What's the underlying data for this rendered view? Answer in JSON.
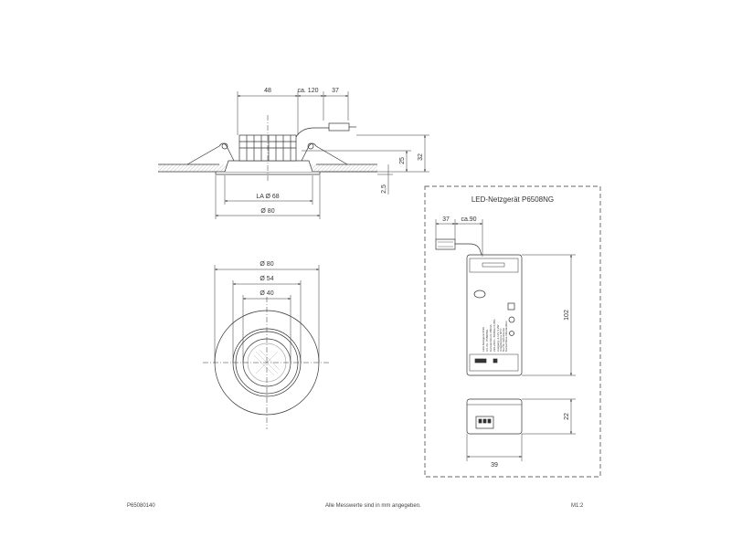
{
  "side_view": {
    "dim_top_left": "48",
    "dim_top_mid": "ca. 120",
    "dim_top_right": "37",
    "dim_height_total": "32",
    "dim_height_body": "25",
    "dim_bezel": "2,5",
    "dim_la": "LA Ø 68",
    "dim_outer": "Ø 80"
  },
  "front_view": {
    "dim_outer": "Ø 80",
    "dim_mid": "Ø 54",
    "dim_inner": "Ø 40"
  },
  "driver_panel": {
    "title": "LED-Netzgerät P6508NG",
    "dim_cable_left": "37",
    "dim_cable_mid": "ca.90",
    "dim_length": "102",
    "dim_height": "22",
    "dim_width": "39",
    "label_lines": [
      "LED-Netzgerät IP20",
      "Art.-Nr.: P6508NG",
      "Konstantstrom 350mA",
      "220-240V~ 50/60Hz 0,08A",
      "Ausgang: 2-12V 4,2W",
      "Umgebung ta 40°C",
      "Nur für Innenräume",
      "Kurzschluss-/überlastfest"
    ]
  },
  "footer": {
    "left": "P65080140",
    "center": "Alle Messwerte sind in mm angegeben.",
    "right": "M1:2"
  }
}
